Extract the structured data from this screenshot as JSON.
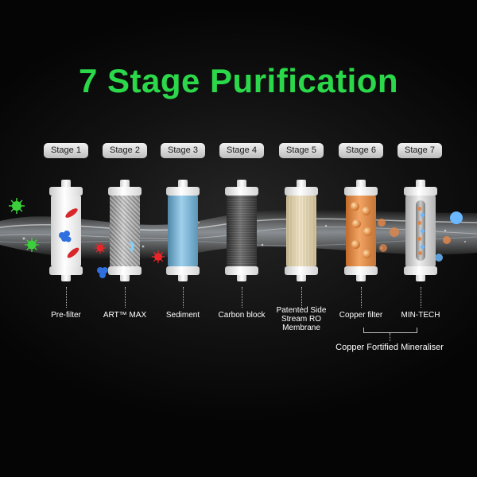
{
  "title": "7 Stage Purification",
  "title_color": "#2bd84a",
  "stages": [
    {
      "label": "Stage 1",
      "name": "Pre-filter",
      "filter_style": "white-pleated"
    },
    {
      "label": "Stage 2",
      "name": "ART™ MAX",
      "filter_style": "grey-mesh"
    },
    {
      "label": "Stage 3",
      "name": "Sediment",
      "filter_style": "light-blue"
    },
    {
      "label": "Stage 4",
      "name": "Carbon block",
      "filter_style": "dark-grey"
    },
    {
      "label": "Stage 5",
      "name": "Patented Side Stream RO Membrane",
      "filter_style": "cream-membrane"
    },
    {
      "label": "Stage 6",
      "name": "Copper filter",
      "filter_style": "copper-orange"
    },
    {
      "label": "Stage 7",
      "name": "MIN-TECH",
      "filter_style": "silver-mineral"
    }
  ],
  "group_label": "Copper Fortified Mineraliser",
  "icons": {
    "virus": "virus-icon",
    "bacteria": "bacteria-icon",
    "copper_particle": "copper-particle-icon",
    "mineral": "mineral-icon",
    "water_stream": "water-stream"
  },
  "colors": {
    "virus": "#3ccf3c",
    "bacteria_red": "#e8262a",
    "bacteria_blue": "#2f6fe0",
    "copper": "#e0864a",
    "mineral_blue": "#6ab8ff",
    "label_bg": "#d9d9d9"
  }
}
